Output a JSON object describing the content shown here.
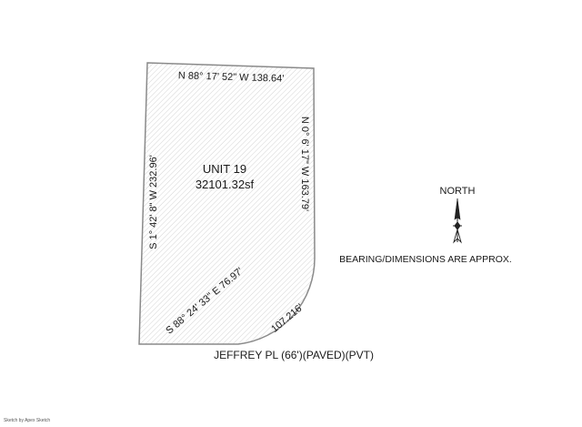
{
  "plot": {
    "unit_label": "UNIT 19",
    "area": "32101.32sf",
    "top_bearing": "N 88° 17' 52\" W  138.64'",
    "right_bearing": "N 0° 6' 17\" W  163.79'",
    "left_bearing": "S 1° 42' 8\" W  232.96'",
    "diagonal_bearing": "S 88° 24' 33\" E 76.97'",
    "arc_length": "107.216'",
    "street": "JEFFREY PL (66')(PAVED)(PVT)"
  },
  "north_arrow": {
    "label": "NORTH",
    "icon": "north-arrow-icon"
  },
  "note": "BEARING/DIMENSIONS ARE APPROX.",
  "footer": "Sketch by Apex Sketch",
  "colors": {
    "outline": "#8a8a8a",
    "hatch": "#d4d4d4",
    "text": "#1a1a1a"
  }
}
